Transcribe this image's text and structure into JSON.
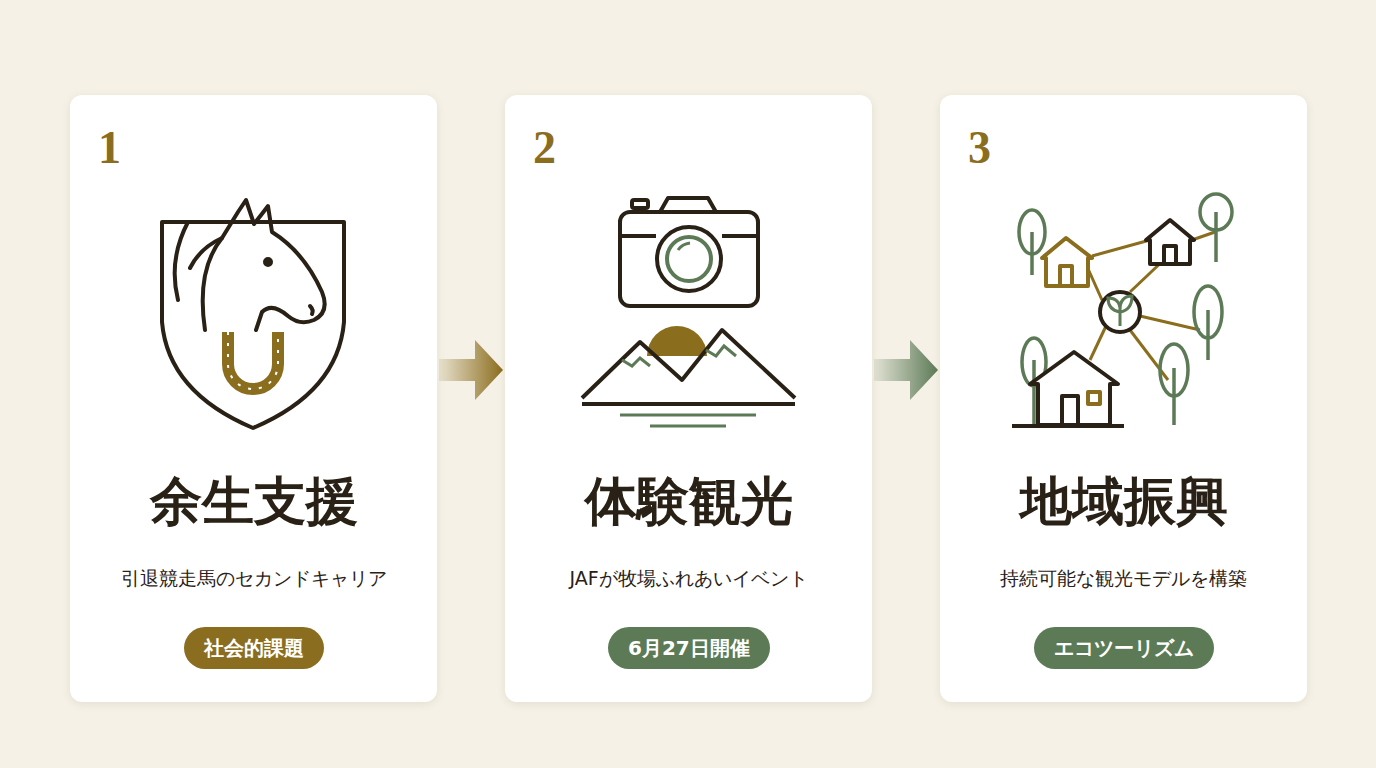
{
  "diagram": {
    "nodes": [
      {
        "text": [
          "1",
          "余生支援",
          "引退競走馬のセカンドキャリア"
        ]
      },
      {
        "text": [
          "社会的課題"
        ],
        "in": 0
      },
      {
        "text": [
          "2",
          "体験観光",
          "JAFが牧場ふれあいイベント"
        ]
      },
      {
        "text": [
          "6月27日開催"
        ],
        "in": 2
      },
      {
        "text": [
          "3",
          "地域振興",
          "持続可能な観光モデルを構築"
        ]
      },
      {
        "text": [
          "エコツーリズム"
        ],
        "in": 4
      }
    ],
    "edges": [
      {
        "from": 0,
        "to": 2,
        "arrow": "to"
      },
      {
        "from": 2,
        "to": 4,
        "arrow": "to"
      }
    ]
  }
}
